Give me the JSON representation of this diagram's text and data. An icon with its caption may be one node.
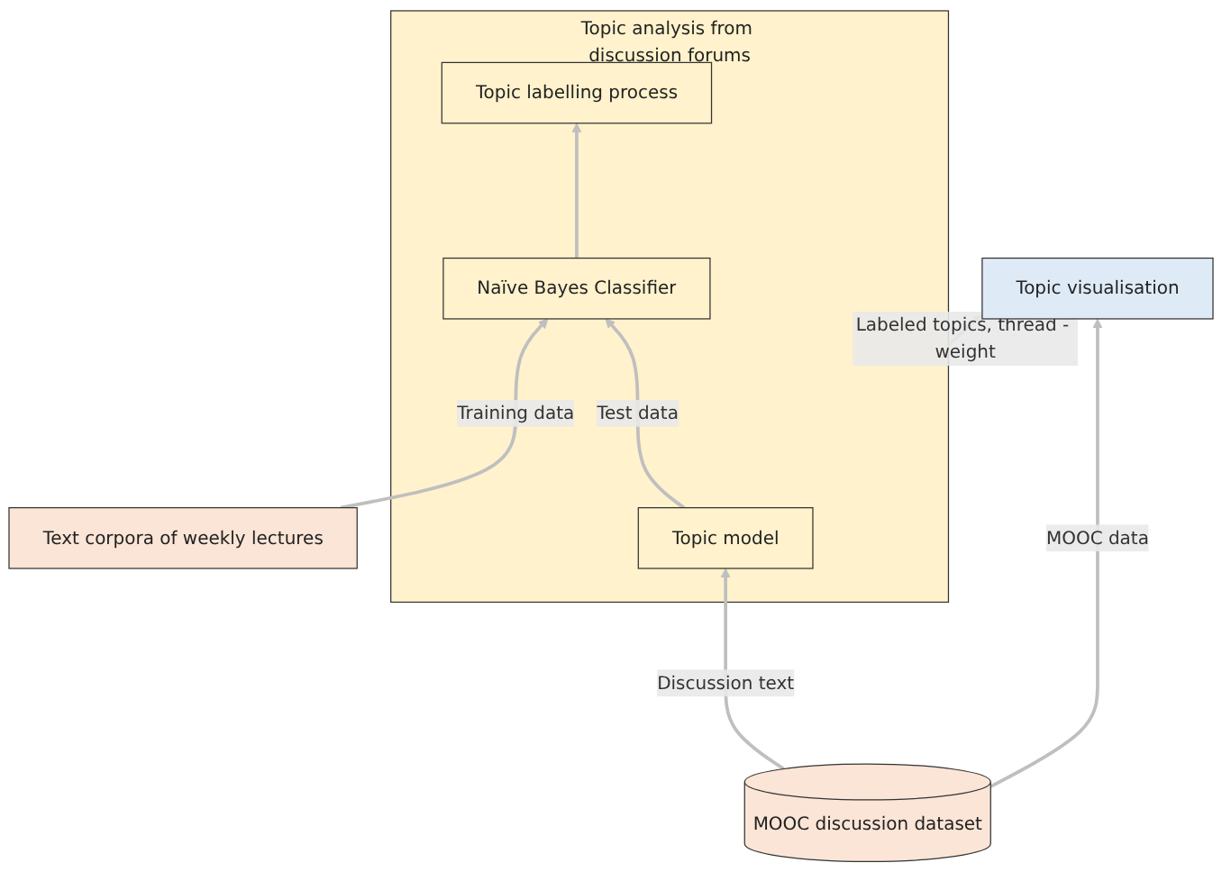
{
  "diagram": {
    "nodes": [
      {
        "text": [
          "Topic visualisation"
        ]
      },
      {
        "text": [
          "Topic analysis from discussion forums"
        ]
      },
      {
        "text": [
          "Topic model"
        ],
        "in": 1
      },
      {
        "text": [
          "Naïve Bayes Classifier"
        ],
        "in": 1
      },
      {
        "text": [
          "Topic labelling process"
        ],
        "in": 1
      },
      {
        "text": [
          "MOOC discussion dataset"
        ]
      },
      {
        "text": [
          "Text corpora of weekly lectures"
        ]
      }
    ],
    "edges": [
      {
        "from": 5,
        "to": 0,
        "arrow": "to",
        "label": "MOOC data"
      },
      {
        "from": 1,
        "to": 0,
        "arrow": "to",
        "label": "Labeled topics, thread - weight"
      },
      {
        "from": 2,
        "to": 3,
        "arrow": "to",
        "label": "Test data"
      },
      {
        "from": 3,
        "to": 4,
        "arrow": "to"
      },
      {
        "from": 5,
        "to": 2,
        "arrow": "to",
        "label": "Discussion text"
      },
      {
        "from": 6,
        "to": 3,
        "arrow": "to",
        "label": "Training data"
      }
    ]
  }
}
